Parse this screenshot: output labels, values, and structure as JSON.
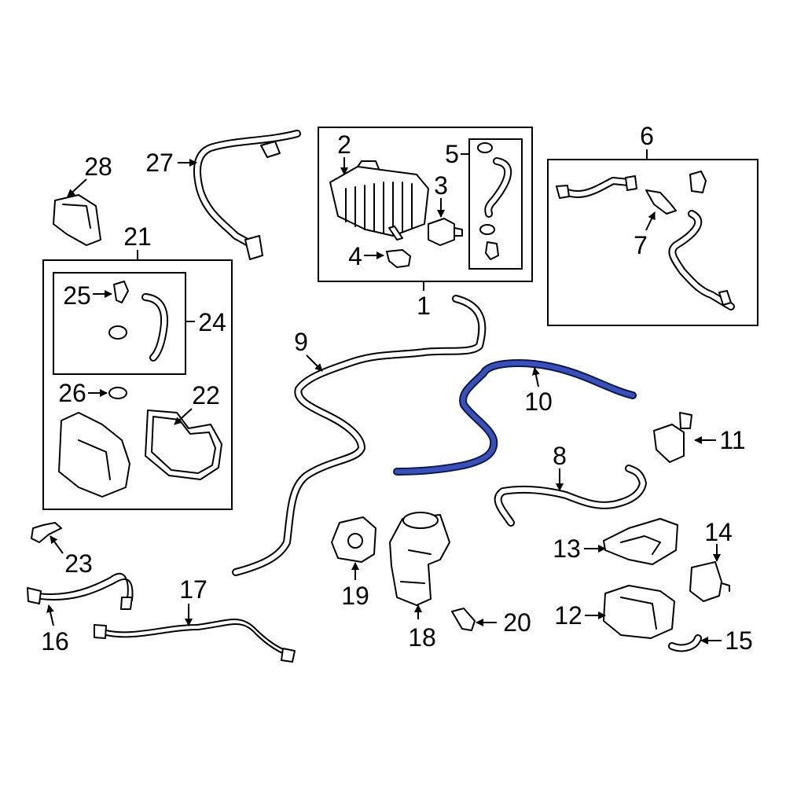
{
  "diagram": {
    "highlight_color": "#3b4fb8",
    "callouts": {
      "c1": "1",
      "c2": "2",
      "c3": "3",
      "c4": "4",
      "c5": "5",
      "c6": "6",
      "c7": "7",
      "c8": "8",
      "c9": "9",
      "c10": "10",
      "c11": "11",
      "c12": "12",
      "c13": "13",
      "c14": "14",
      "c15": "15",
      "c16": "16",
      "c17": "17",
      "c18": "18",
      "c19": "19",
      "c20": "20",
      "c21": "21",
      "c22": "22",
      "c23": "23",
      "c24": "24",
      "c25": "25",
      "c26": "26",
      "c27": "27",
      "c28": "28"
    }
  }
}
